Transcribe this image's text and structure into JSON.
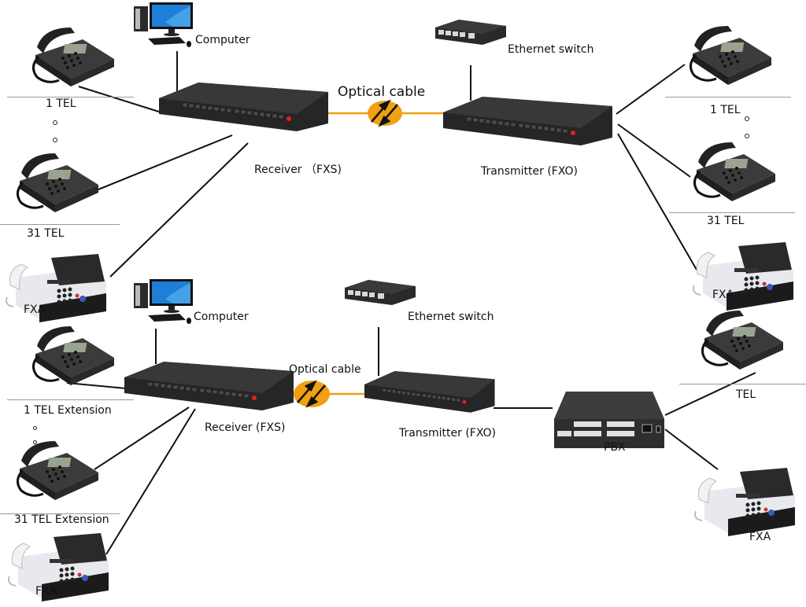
{
  "title": "Optical fiber telephone extension network diagram",
  "colors": {
    "optical_cable": "#f0a010",
    "wire": "#111111",
    "device_body": "#2a2a2a",
    "device_top": "#3a3a3a",
    "port": "#d8d8d8",
    "led": "#e02020",
    "screen": "#1e7fd6",
    "rule": "#9a9a9a"
  },
  "top_system": {
    "computer_label": "Computer",
    "receiver_label": "Receiver （FXS)",
    "optical_label": "Optical cable",
    "switch_label": "Ethernet switch",
    "transmitter_label": "Transmitter (FXO)",
    "left_devices": [
      {
        "type": "phone",
        "label": "1 TEL"
      },
      {
        "type": "phone",
        "label": "31 TEL"
      },
      {
        "type": "fax",
        "label": "FXA"
      }
    ],
    "right_devices": [
      {
        "type": "phone",
        "label": "1 TEL"
      },
      {
        "type": "phone",
        "label": "31 TEL"
      },
      {
        "type": "fax",
        "label": "FXA"
      }
    ]
  },
  "bottom_system": {
    "computer_label": "Computer",
    "receiver_label": "Receiver (FXS)",
    "optical_label": "Optical cable",
    "switch_label": "Ethernet switch",
    "transmitter_label": "Transmitter (FXO)",
    "pbx_label": "PBX",
    "left_devices": [
      {
        "type": "phone",
        "label": "1 TEL Extension"
      },
      {
        "type": "phone",
        "label": "31 TEL Extension"
      },
      {
        "type": "fax",
        "label": "FXA"
      }
    ],
    "right_devices": [
      {
        "type": "phone",
        "label": "TEL"
      },
      {
        "type": "fax",
        "label": "FXA"
      }
    ]
  }
}
